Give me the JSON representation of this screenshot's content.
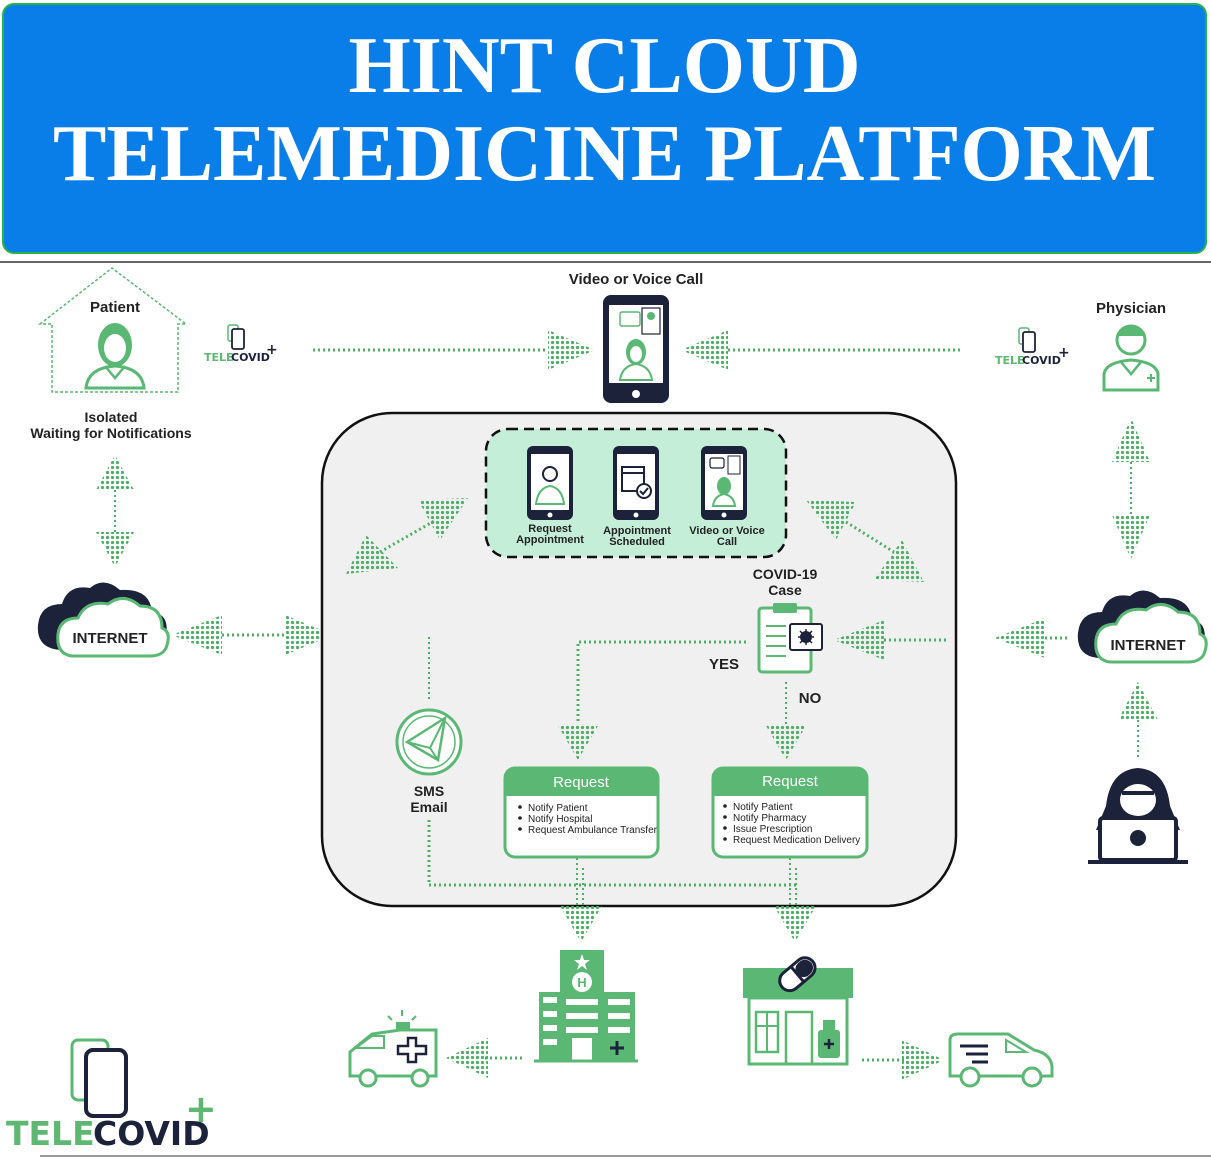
{
  "banner": {
    "title_line1": "HINT CLOUD",
    "title_line2": "TELEMEDICINE PLATFORM",
    "background_color": "#0a7ee8",
    "border_color": "#27b24a"
  },
  "nodes": {
    "patient": {
      "label": "Patient",
      "status_line1": "Isolated",
      "status_line2": "Waiting for Notifications",
      "icon": "patient-house-icon"
    },
    "physician": {
      "label": "Physician",
      "icon": "physician-icon"
    },
    "video_call": {
      "label": "Video or Voice Call",
      "icon": "phone-video-call-icon"
    },
    "internet_left": {
      "label": "INTERNET",
      "icon": "cloud-icon"
    },
    "internet_right": {
      "label": "INTERNET",
      "icon": "cloud-icon"
    },
    "telecovid_small_left": {
      "tele": "TELE",
      "covid": "COVID",
      "plus": "+"
    },
    "telecovid_small_right": {
      "tele": "TELE",
      "covid": "COVID",
      "plus": "+"
    },
    "hacker": {
      "icon": "hacker-icon"
    },
    "hospital": {
      "icon": "hospital-icon"
    },
    "ambulance": {
      "icon": "ambulance-icon"
    },
    "pharmacy": {
      "icon": "pharmacy-icon"
    },
    "delivery_van": {
      "icon": "delivery-van-icon"
    }
  },
  "platform": {
    "apps": [
      {
        "line1": "Request",
        "line2": "Appointment",
        "icon": "phone-doctor-icon"
      },
      {
        "line1": "Appointment",
        "line2": "Scheduled",
        "icon": "phone-calendar-icon"
      },
      {
        "line1": "Video or Voice",
        "line2": "Call",
        "icon": "phone-video-icon"
      }
    ],
    "covid_case": {
      "line1": "COVID-19",
      "line2": "Case",
      "icon": "clipboard-virus-icon"
    },
    "yes_label": "YES",
    "no_label": "NO",
    "sms_email": {
      "line1": "SMS",
      "line2": "Email",
      "icon": "email-icon"
    },
    "request_yes": {
      "title": "Request",
      "items": [
        "Notify Patient",
        "Notify Hospital",
        "Request Ambulance Transfer"
      ]
    },
    "request_no": {
      "title": "Request",
      "items": [
        "Notify Patient",
        "Notify Pharmacy",
        "Issue Prescription",
        "Request Medication Delivery"
      ]
    }
  },
  "brand": {
    "tele": "TELE",
    "covid": "COVID",
    "plus": "+"
  },
  "colors": {
    "accent_green": "#5ab874",
    "arrow_green": "#4caf65",
    "navy": "#1b2239"
  }
}
